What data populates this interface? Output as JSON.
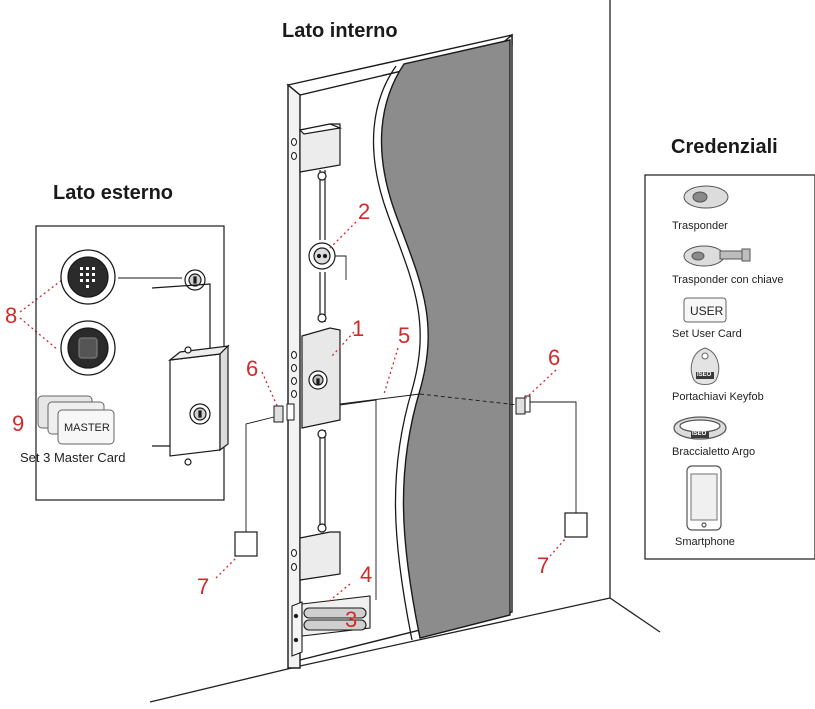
{
  "headings": {
    "inside": "Lato interno",
    "outside": "Lato esterno",
    "credentials": "Credenziali"
  },
  "callouts": [
    "1",
    "2",
    "3",
    "4",
    "5",
    "6",
    "6",
    "7",
    "7",
    "8",
    "9"
  ],
  "master_card": {
    "card_text": "MASTER",
    "caption": "Set 3 Master Card"
  },
  "credentials": [
    {
      "label": "Trasponder",
      "icon": "transponder-icon"
    },
    {
      "label": "Trasponder con chiave",
      "icon": "transponder-key-icon"
    },
    {
      "label": "Set User Card",
      "icon": "user-card-icon",
      "card_text": "USER"
    },
    {
      "label": "Portachiavi Keyfob",
      "icon": "keyfob-icon",
      "brand": "ISEO"
    },
    {
      "label": "Braccialetto Argo",
      "icon": "bracelet-icon",
      "brand": "ISEO"
    },
    {
      "label": "Smartphone",
      "icon": "smartphone-icon"
    }
  ],
  "colors": {
    "callout": "#d22a2a",
    "door_panel": "#8c8c8c",
    "outline": "#1a1a1a"
  }
}
